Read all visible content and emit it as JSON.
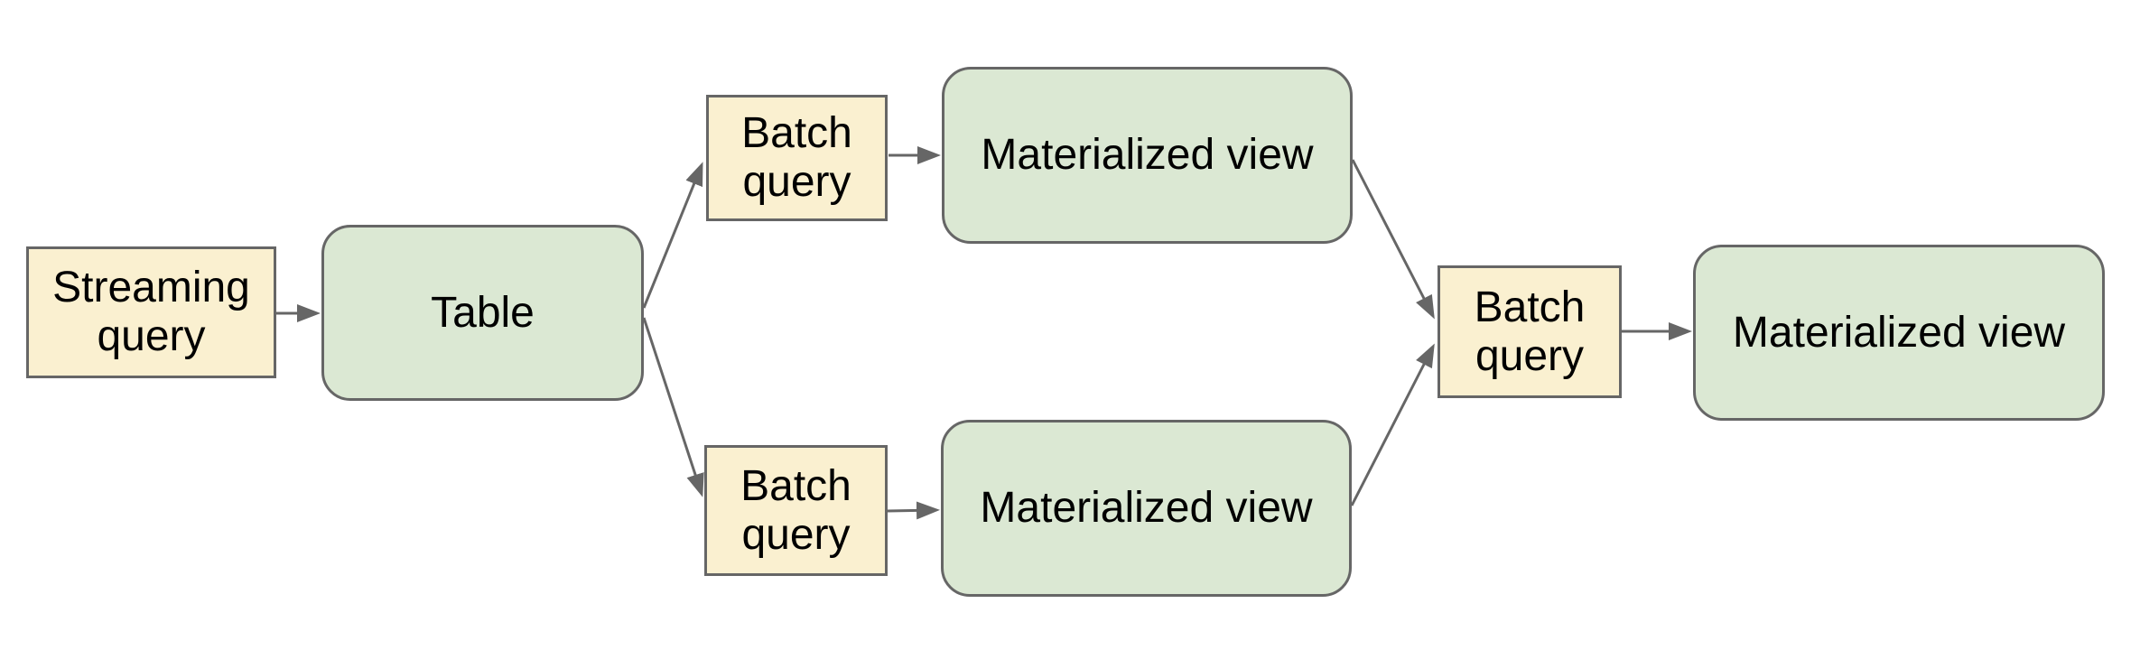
{
  "diagram": {
    "background": "#ffffff",
    "colors": {
      "query_box_fill": "#faf0d0",
      "storage_box_fill": "#dbe8d3",
      "box_border": "#666666",
      "connector": "#666666",
      "text": "#000000"
    },
    "nodes": [
      {
        "id": "streaming-query",
        "label": "Streaming query",
        "shape": "rectangle",
        "role": "query"
      },
      {
        "id": "table",
        "label": "Table",
        "shape": "rounded",
        "role": "storage"
      },
      {
        "id": "batch-query-top",
        "label": "Batch query",
        "shape": "rectangle",
        "role": "query"
      },
      {
        "id": "materialized-view-top",
        "label": "Materialized view",
        "shape": "rounded",
        "role": "storage"
      },
      {
        "id": "batch-query-bottom",
        "label": "Batch query",
        "shape": "rectangle",
        "role": "query"
      },
      {
        "id": "materialized-view-bottom",
        "label": "Materialized view",
        "shape": "rounded",
        "role": "storage"
      },
      {
        "id": "batch-query-right",
        "label": "Batch query",
        "shape": "rectangle",
        "role": "query"
      },
      {
        "id": "materialized-view-right",
        "label": "Materialized view",
        "shape": "rounded",
        "role": "storage"
      }
    ],
    "edges": [
      {
        "from": "streaming-query",
        "to": "table"
      },
      {
        "from": "table",
        "to": "batch-query-top"
      },
      {
        "from": "table",
        "to": "batch-query-bottom"
      },
      {
        "from": "batch-query-top",
        "to": "materialized-view-top"
      },
      {
        "from": "batch-query-bottom",
        "to": "materialized-view-bottom"
      },
      {
        "from": "materialized-view-top",
        "to": "batch-query-right"
      },
      {
        "from": "materialized-view-bottom",
        "to": "batch-query-right"
      },
      {
        "from": "batch-query-right",
        "to": "materialized-view-right"
      }
    ]
  }
}
